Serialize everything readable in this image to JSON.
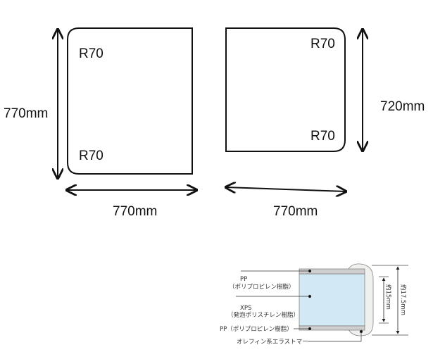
{
  "left_panel": {
    "height_label": "770mm",
    "width_label": "770mm",
    "corner_top": "R70",
    "corner_bottom": "R70"
  },
  "right_panel": {
    "height_label": "720mm",
    "width_label": "770mm",
    "corner_top": "R70",
    "corner_bottom": "R70"
  },
  "cross_section": {
    "layers": [
      {
        "name": "PP",
        "detail": "（ポリプロピレン樹脂）"
      },
      {
        "name": "XPS",
        "detail": "（発泡ポリスチレン樹脂）"
      },
      {
        "name": "PP（ポリプロピレン樹脂）"
      },
      {
        "name": "オレフィン系エラストマー"
      }
    ],
    "inner_thickness": "約15mm",
    "outer_thickness": "約17.5mm",
    "colors": {
      "core": "#d3e8f5",
      "pp": "#cfcfcf",
      "elastomer": "#f0f0ee"
    }
  }
}
